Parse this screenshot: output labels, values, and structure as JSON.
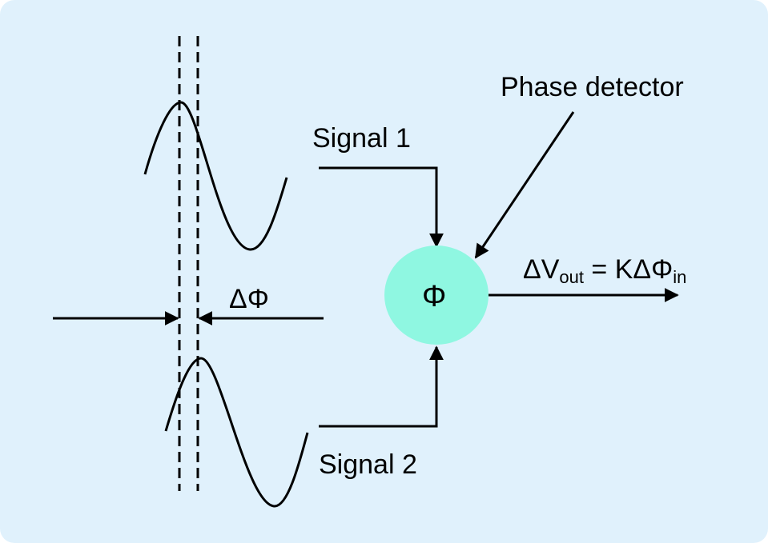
{
  "labels": {
    "phase_detector": "Phase detector",
    "signal1": "Signal 1",
    "signal2": "Signal 2",
    "delta_phi": "ΔΦ",
    "detector_symbol": "Φ",
    "output_equation": {
      "lhs": "ΔV",
      "lhs_sub": "out",
      "rhs": " = KΔΦ",
      "rhs_sub": "in"
    }
  },
  "colors": {
    "background": "#e0f1fc",
    "detector_fill": "#8ff7e1",
    "stroke": "#000000"
  }
}
